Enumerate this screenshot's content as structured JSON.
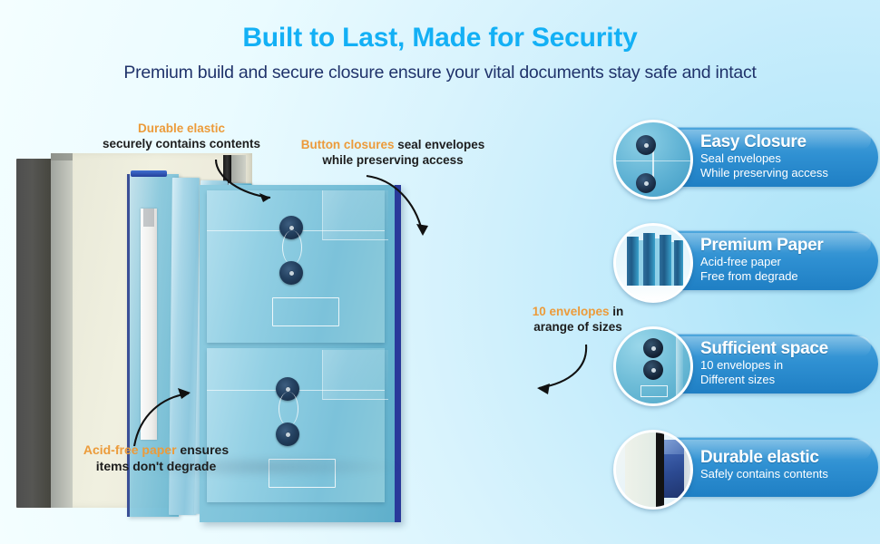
{
  "header": {
    "title": "Built to Last, Made for Security",
    "subtitle": "Premium build and secure closure ensure your vital documents stay safe and intact",
    "title_color": "#13b0f5",
    "subtitle_color": "#20336b"
  },
  "callouts": [
    {
      "id": "durable-elastic",
      "highlight": "Durable elastic",
      "line2": "securely contains contents"
    },
    {
      "id": "button-closures",
      "highlight": "Button closures",
      "rest": " seal envelopes",
      "line2": "while preserving access"
    },
    {
      "id": "acid-free-paper",
      "highlight": "Acid-free paper",
      "rest": " ensures",
      "line2": "items don't degrade"
    },
    {
      "id": "ten-envelopes",
      "highlight": "10 envelopes",
      "rest": " in",
      "line2": "arange of sizes"
    }
  ],
  "cards": [
    {
      "icon": "envelope-closure-buttons-icon",
      "title": "Easy Closure",
      "line1": "Seal envelopes",
      "line2": "While preserving access"
    },
    {
      "icon": "stacked-paper-sheets-icon",
      "title": "Premium Paper",
      "line1": "Acid-free paper",
      "line2": "Free from degrade"
    },
    {
      "icon": "envelope-front-icon",
      "title": "Sufficient space",
      "line1": "10 envelopes in",
      "line2": "Different sizes"
    },
    {
      "icon": "elastic-strap-icon",
      "title": "Durable elastic",
      "line1": "Safely contains contents",
      "line2": ""
    }
  ],
  "colors": {
    "accent_blue": "#13b0f5",
    "card_blue": "#2f90d2",
    "highlight_orange": "#ec9b3a",
    "navy": "#20336b"
  }
}
